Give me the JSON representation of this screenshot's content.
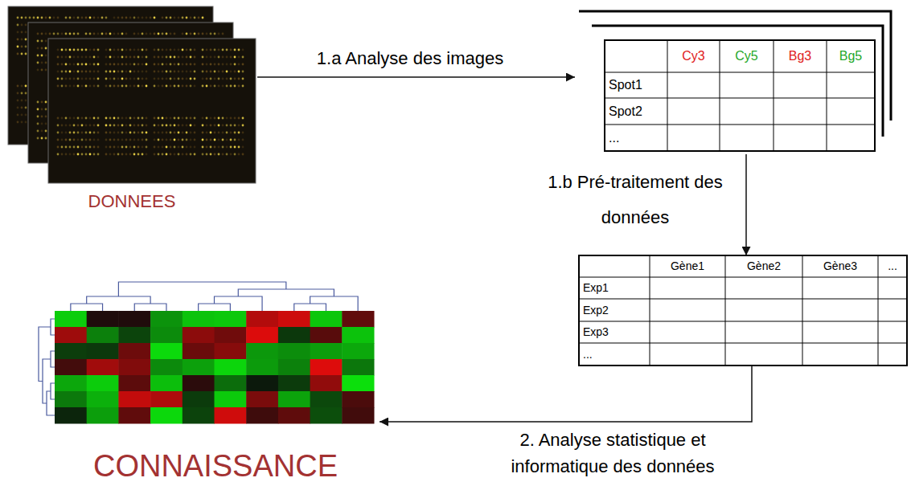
{
  "diagram": {
    "nodes": [
      {
        "text": [
          "DONNEES"
        ]
      },
      {
        "text": [
          "Cy3",
          "Cy5",
          "Bg3",
          "Bg5",
          "Spot1",
          "Spot2",
          "..."
        ]
      },
      {
        "text": [
          "Gène1",
          "Gène2",
          "Gène3",
          "...",
          "Exp1",
          "Exp2",
          "Exp3",
          "..."
        ]
      },
      {
        "text": [
          "CONNAISSANCE"
        ]
      }
    ],
    "edges": [
      {
        "from": 0,
        "to": 1,
        "arrow": "to",
        "label": "1.a Analyse des images"
      },
      {
        "from": 1,
        "to": 2,
        "arrow": "to",
        "label": "1.b Pré-traitement des données"
      },
      {
        "from": 2,
        "to": 3,
        "arrow": "to",
        "label": "2. Analyse statistique et informatique des données"
      }
    ]
  }
}
